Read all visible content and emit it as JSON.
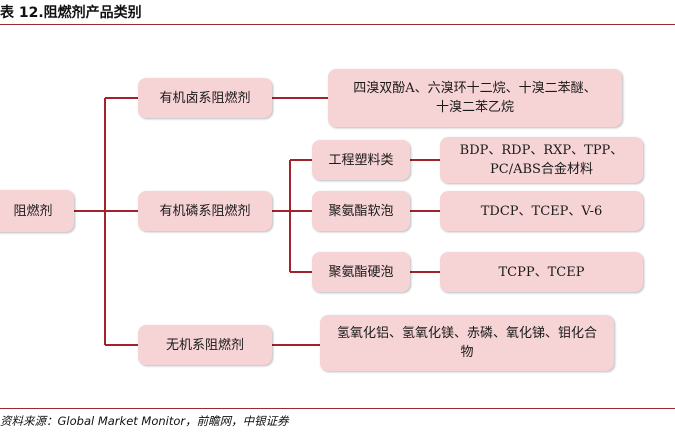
{
  "title": "表 12.阻燃剂产品类别",
  "source": "资料来源：Global Market Monitor，前瞻网，中银证券",
  "diagram": {
    "root": "阻燃剂",
    "organic_halogen": {
      "label": "有机卤系阻燃剂",
      "products": "四溴双酚A、六溴环十二烷、十溴二苯醚、十溴二苯乙烷"
    },
    "organic_phosphorus": {
      "label": "有机磷系阻燃剂",
      "engineering_plastics": {
        "label": "工程塑料类",
        "products": "BDP、RDP、RXP、TPP、PC/ABS合金材料"
      },
      "soft_foam": {
        "label": "聚氨酯软泡",
        "products": "TDCP、TCEP、V-6"
      },
      "rigid_foam": {
        "label": "聚氨酯硬泡",
        "products": "TCPP、TCEP"
      }
    },
    "inorganic": {
      "label": "无机系阻燃剂",
      "products": "氢氧化铝、氢氧化镁、赤磷、氧化锑、钼化合物"
    }
  },
  "colors": {
    "connector": "#a0232c",
    "box_fill": "#f6d3d5",
    "rule": "#9a2a33"
  }
}
